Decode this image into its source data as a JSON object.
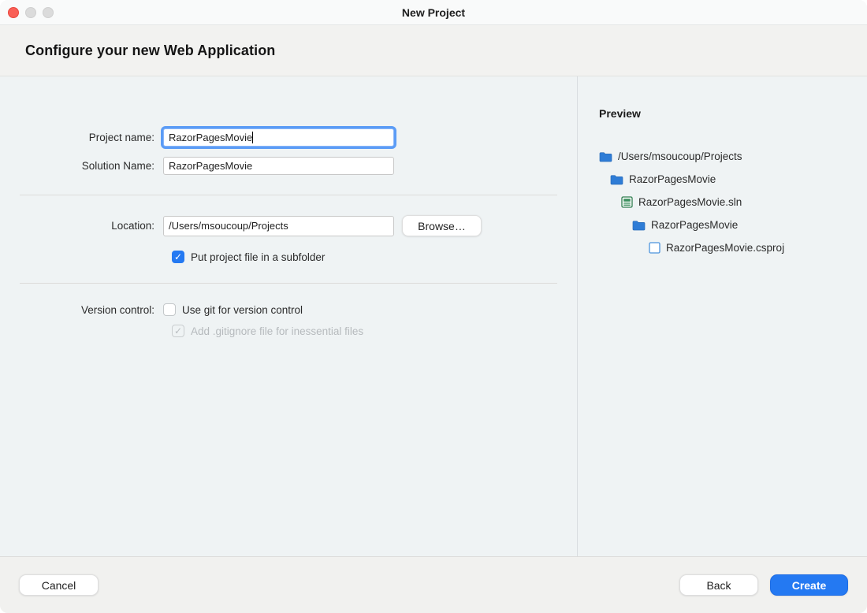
{
  "window": {
    "title": "New Project"
  },
  "header": {
    "title": "Configure your new Web Application"
  },
  "form": {
    "project_name": {
      "label": "Project name:",
      "value": "RazorPagesMovie"
    },
    "solution_name": {
      "label": "Solution Name:",
      "value": "RazorPagesMovie"
    },
    "location": {
      "label": "Location:",
      "value": "/Users/msoucoup/Projects",
      "browse_label": "Browse…"
    },
    "subfolder_checkbox": {
      "label": "Put project file in a subfolder",
      "checked": true
    },
    "version_control": {
      "label": "Version control:",
      "use_git": {
        "label": "Use git for version control",
        "checked": false
      },
      "gitignore": {
        "label": "Add .gitignore file for inessential files",
        "checked": true,
        "disabled": true
      }
    }
  },
  "preview": {
    "title": "Preview",
    "tree": [
      {
        "label": "/Users/msoucoup/Projects",
        "icon": "folder-icon",
        "level": 0
      },
      {
        "label": "RazorPagesMovie",
        "icon": "folder-icon",
        "level": 1
      },
      {
        "label": "RazorPagesMovie.sln",
        "icon": "solution-file-icon",
        "level": 2
      },
      {
        "label": "RazorPagesMovie",
        "icon": "folder-icon",
        "level": 3
      },
      {
        "label": "RazorPagesMovie.csproj",
        "icon": "csproj-file-icon",
        "level": 4
      }
    ]
  },
  "footer": {
    "cancel_label": "Cancel",
    "back_label": "Back",
    "create_label": "Create"
  },
  "glyphs": {
    "check": "✓"
  },
  "colors": {
    "accent": "#2479f2",
    "folder_blue": "#2e7cd6",
    "sln_green": "#3c8f5f",
    "content_bg": "#eff3f4",
    "focus_ring": "#5b9cf6"
  }
}
